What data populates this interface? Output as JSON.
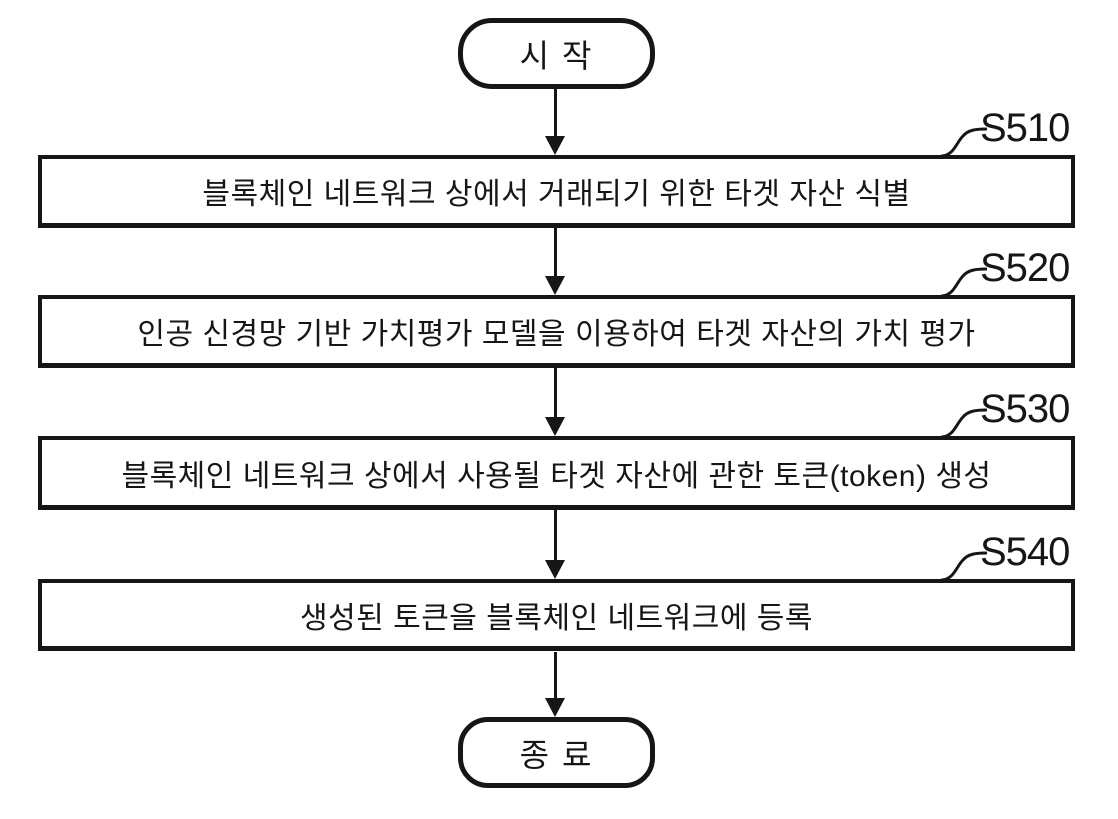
{
  "flowchart": {
    "start": {
      "label": "시 작"
    },
    "steps": [
      {
        "id": "S510",
        "text": "블록체인 네트워크 상에서 거래되기 위한 타겟 자산 식별"
      },
      {
        "id": "S520",
        "text": "인공 신경망 기반 가치평가 모델을 이용하여 타겟 자산의 가치 평가"
      },
      {
        "id": "S530",
        "text": "블록체인 네트워크 상에서 사용될 타겟 자산에 관한 토큰(token) 생성"
      },
      {
        "id": "S540",
        "text": "생성된 토큰을 블록체인 네트워크에 등록"
      }
    ],
    "end": {
      "label": "종 료"
    },
    "colors": {
      "stroke": "#161616",
      "background": "#ffffff",
      "text": "#161616"
    }
  }
}
